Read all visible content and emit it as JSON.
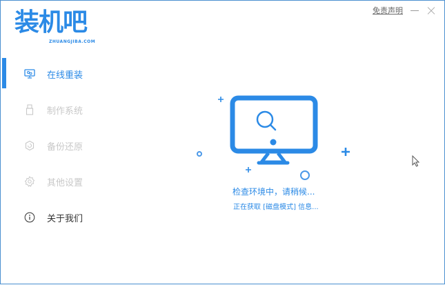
{
  "app": {
    "logo_text": "装机吧",
    "logo_subtitle": "ZHUANGJIBA.COM",
    "accent_color": "#2b8ae6"
  },
  "title_bar": {
    "disclaimer_label": "免责声明",
    "minimize_label": "minimize",
    "close_label": "close"
  },
  "sidebar": {
    "items": [
      {
        "label": "在线重装",
        "icon": "monitor-icon",
        "state": "active"
      },
      {
        "label": "制作系统",
        "icon": "usb-icon",
        "state": "disabled"
      },
      {
        "label": "备份还原",
        "icon": "backup-icon",
        "state": "disabled"
      },
      {
        "label": "其他设置",
        "icon": "gear-icon",
        "state": "disabled"
      },
      {
        "label": "关于我们",
        "icon": "info-icon",
        "state": "normal"
      }
    ]
  },
  "main": {
    "illustration": "monitor-search-icon",
    "status_line": "检查环境中，请稍候...",
    "detail_line": "正在获取 [磁盘模式] 信息..."
  }
}
